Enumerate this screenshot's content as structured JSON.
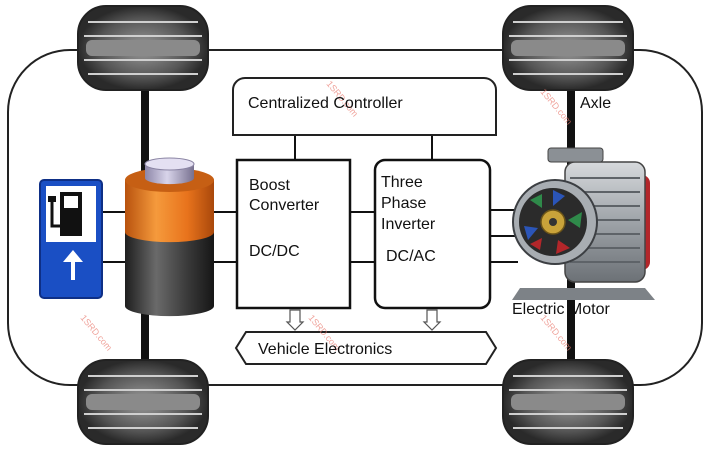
{
  "labels": {
    "controller": "Centralized Controller",
    "boost_line1": "Boost",
    "boost_line2": "Converter",
    "boost_dcdc": "DC/DC",
    "inverter_line1": "Three",
    "inverter_line2": "Phase",
    "inverter_line3": "Inverter",
    "inverter_dcac": "DC/AC",
    "vehicle_electronics": "Vehicle Electronics",
    "axle": "Axle",
    "electric_motor": "Electric Motor"
  },
  "watermark": {
    "text": "1SRD.com"
  },
  "colors": {
    "charger_blue": "#1a4fc4",
    "battery_orange": "#e8731c",
    "battery_dark": "#3c3c3c",
    "motor_green": "#2f8a4a",
    "motor_red": "#b3262a",
    "motor_blue": "#2b55b8",
    "watermark": "#e97a6f"
  },
  "icons": [
    "charging-station-icon",
    "battery-icon",
    "electric-motor-icon",
    "wheel-icon"
  ]
}
